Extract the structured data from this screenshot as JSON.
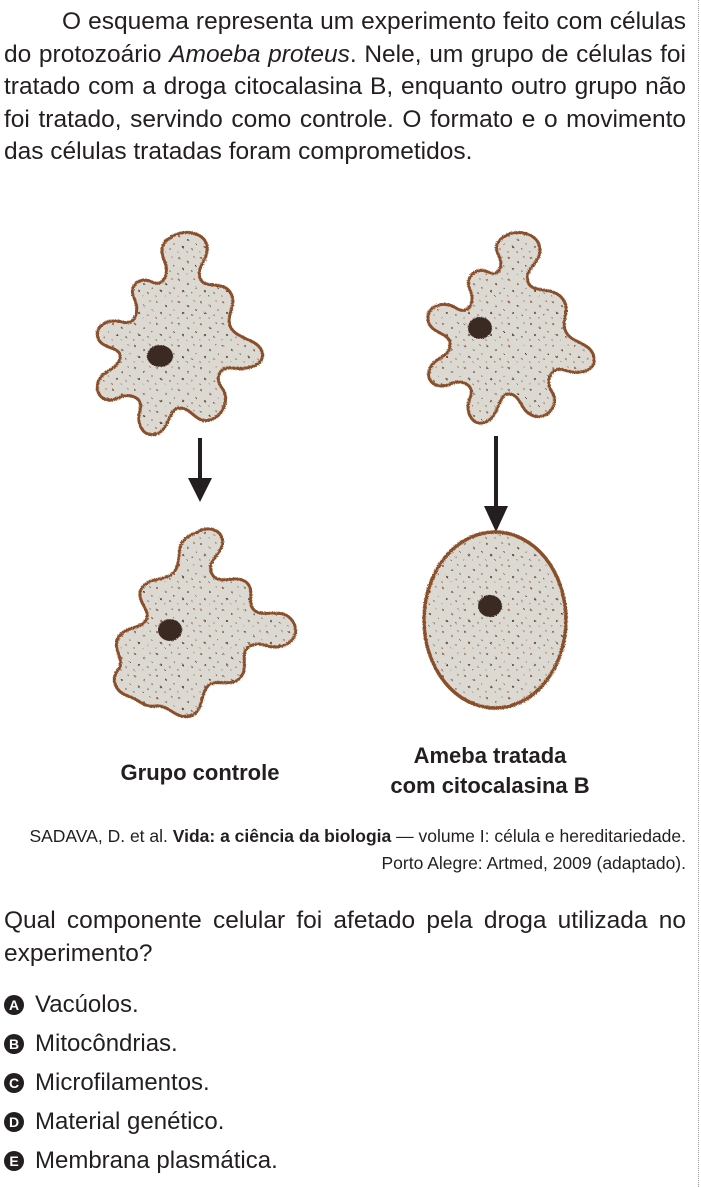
{
  "intro": {
    "part1": "O esquema representa um experimento feito com células do protozoário ",
    "species": "Amoeba proteus",
    "part2": ". Nele, um grupo de células foi tratado com a droga citocalasina B, enquanto outro grupo não foi tratado, servindo como controle. O formato e o movimento das células tratadas foram comprometidos."
  },
  "figure": {
    "caption_control": "Grupo controle",
    "caption_treated_line1": "Ameba tratada",
    "caption_treated_line2": "com citocalasina B"
  },
  "source": {
    "authors": "SADAVA, D. et al. ",
    "title": "Vida: a ciência da biologia",
    "rest": " — volume I: célula e hereditariedade. Porto Alegre: Artmed, 2009 (adaptado)."
  },
  "question": "Qual componente celular foi afetado pela droga utilizada no experimento?",
  "options": [
    {
      "letter": "A",
      "text": "Vacúolos."
    },
    {
      "letter": "B",
      "text": "Mitocôndrias."
    },
    {
      "letter": "C",
      "text": "Microfilamentos."
    },
    {
      "letter": "D",
      "text": "Material genético."
    },
    {
      "letter": "E",
      "text": "Membrana plasmática."
    }
  ],
  "colors": {
    "text": "#231f20",
    "cell_fill": "#d9d6d0",
    "cell_outline": "#8a4f2a",
    "nucleus": "#3b2a24"
  }
}
